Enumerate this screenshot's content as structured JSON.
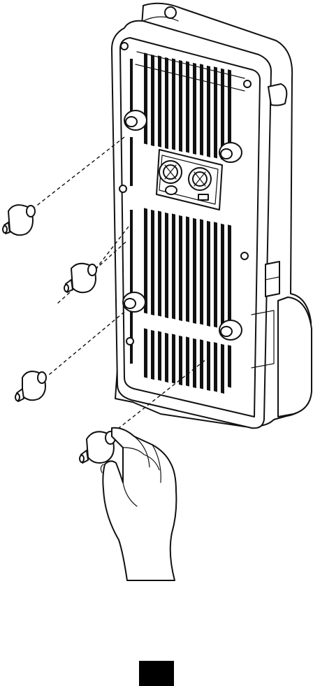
{
  "figure": {
    "subject": "",
    "parts": [
      "chassis",
      "heat-sink-fins",
      "connector-panel",
      "rubber-feet",
      "hand"
    ]
  },
  "colors": {
    "ink": "#111111",
    "background": "#ffffff",
    "marker": "#000000"
  }
}
